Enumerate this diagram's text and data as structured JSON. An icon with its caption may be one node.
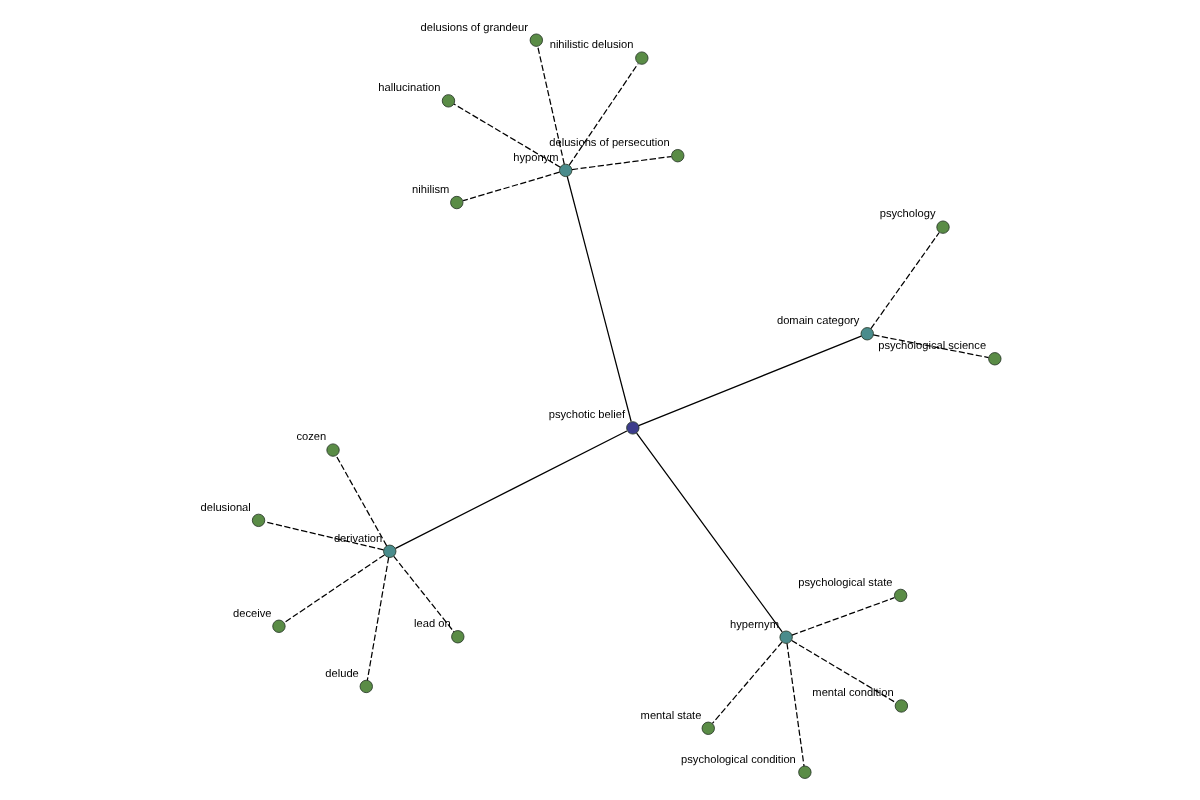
{
  "diagram": {
    "nodes": [
      {
        "text": [
          "psychotic belief"
        ]
      },
      {
        "text": [
          "derivation"
        ]
      },
      {
        "text": [
          "delude"
        ]
      },
      {
        "text": [
          "cozen"
        ]
      },
      {
        "text": [
          "lead on"
        ]
      },
      {
        "text": [
          "delusional"
        ]
      },
      {
        "text": [
          "deceive"
        ]
      },
      {
        "text": [
          "hypernym"
        ]
      },
      {
        "text": [
          "psychological condition"
        ]
      },
      {
        "text": [
          "psychological state"
        ]
      },
      {
        "text": [
          "mental condition"
        ]
      },
      {
        "text": [
          "mental state"
        ]
      },
      {
        "text": [
          "domain category"
        ]
      },
      {
        "text": [
          "psychological science"
        ]
      },
      {
        "text": [
          "psychology"
        ]
      },
      {
        "text": [
          "hyponym"
        ]
      },
      {
        "text": [
          "delusions of persecution"
        ]
      },
      {
        "text": [
          "hallucination"
        ]
      },
      {
        "text": [
          "nihilism"
        ]
      },
      {
        "text": [
          "delusions of grandeur"
        ]
      },
      {
        "text": [
          "nihilistic delusion"
        ]
      }
    ],
    "edges": [
      {
        "from": 0,
        "to": 1,
        "arrow": "none"
      },
      {
        "from": 0,
        "to": 7,
        "arrow": "none"
      },
      {
        "from": 0,
        "to": 12,
        "arrow": "none"
      },
      {
        "from": 0,
        "to": 15,
        "arrow": "none"
      },
      {
        "from": 1,
        "to": 2,
        "arrow": "none",
        "style": "dashed"
      },
      {
        "from": 1,
        "to": 3,
        "arrow": "none",
        "style": "dashed"
      },
      {
        "from": 1,
        "to": 4,
        "arrow": "none",
        "style": "dashed"
      },
      {
        "from": 1,
        "to": 5,
        "arrow": "none",
        "style": "dashed"
      },
      {
        "from": 1,
        "to": 6,
        "arrow": "none",
        "style": "dashed"
      },
      {
        "from": 7,
        "to": 8,
        "arrow": "none",
        "style": "dashed"
      },
      {
        "from": 7,
        "to": 9,
        "arrow": "none",
        "style": "dashed"
      },
      {
        "from": 7,
        "to": 10,
        "arrow": "none",
        "style": "dashed"
      },
      {
        "from": 7,
        "to": 11,
        "arrow": "none",
        "style": "dashed"
      },
      {
        "from": 12,
        "to": 13,
        "arrow": "none",
        "style": "dashed"
      },
      {
        "from": 12,
        "to": 14,
        "arrow": "none",
        "style": "dashed"
      },
      {
        "from": 15,
        "to": 16,
        "arrow": "none",
        "style": "dashed"
      },
      {
        "from": 15,
        "to": 17,
        "arrow": "none",
        "style": "dashed"
      },
      {
        "from": 15,
        "to": 18,
        "arrow": "none",
        "style": "dashed"
      },
      {
        "from": 15,
        "to": 19,
        "arrow": "none",
        "style": "dashed"
      },
      {
        "from": 15,
        "to": 20,
        "arrow": "none",
        "style": "dashed"
      }
    ]
  }
}
